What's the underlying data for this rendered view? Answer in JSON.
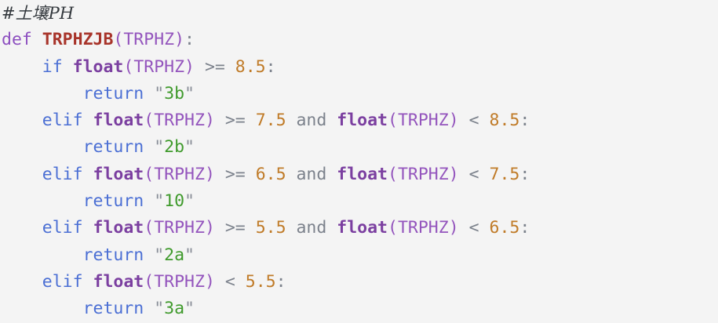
{
  "editor": {
    "background_color": "#f4f4f4",
    "language": "python"
  },
  "theme_colors": {
    "comment": "#33383d",
    "keyword": "#4b6fd4",
    "keyword_def": "#8d4fc0",
    "function_name": "#a8342a",
    "builtin": "#7b3fa0",
    "paren": "#9455bd",
    "number": "#c07b28",
    "operator": "#7c828c",
    "string_quote": "#8a8f99",
    "string_body": "#3f9a2c"
  },
  "code": {
    "title": "#土壤PH",
    "function_name": "TRPHZJB",
    "parameter": "TRPHZ",
    "lines": [
      {
        "indent": 0,
        "tokens": [
          {
            "cls": "t-comment",
            "text": "#土壤PH"
          }
        ]
      },
      {
        "indent": 0,
        "tokens": [
          {
            "cls": "t-kw-def",
            "text": "def"
          },
          {
            "cls": "t-plain",
            "text": " "
          },
          {
            "cls": "t-fnname",
            "text": "TRPHZJB"
          },
          {
            "cls": "t-paren",
            "text": "("
          },
          {
            "cls": "t-arg",
            "text": "TRPHZ"
          },
          {
            "cls": "t-paren",
            "text": ")"
          },
          {
            "cls": "t-colon",
            "text": ":"
          }
        ]
      },
      {
        "indent": 4,
        "tokens": [
          {
            "cls": "t-kw",
            "text": "if"
          },
          {
            "cls": "t-plain",
            "text": " "
          },
          {
            "cls": "t-builtin",
            "text": "float"
          },
          {
            "cls": "t-paren",
            "text": "("
          },
          {
            "cls": "t-arg",
            "text": "TRPHZ"
          },
          {
            "cls": "t-paren",
            "text": ")"
          },
          {
            "cls": "t-plain",
            "text": " "
          },
          {
            "cls": "t-op",
            "text": ">="
          },
          {
            "cls": "t-plain",
            "text": " "
          },
          {
            "cls": "t-num",
            "text": "8.5"
          },
          {
            "cls": "t-colon",
            "text": ":"
          }
        ]
      },
      {
        "indent": 8,
        "tokens": [
          {
            "cls": "t-kw",
            "text": "return"
          },
          {
            "cls": "t-plain",
            "text": " "
          },
          {
            "cls": "t-quote",
            "text": "\""
          },
          {
            "cls": "t-str",
            "text": "3b"
          },
          {
            "cls": "t-quote",
            "text": "\""
          }
        ]
      },
      {
        "indent": 4,
        "tokens": [
          {
            "cls": "t-kw",
            "text": "elif"
          },
          {
            "cls": "t-plain",
            "text": " "
          },
          {
            "cls": "t-builtin",
            "text": "float"
          },
          {
            "cls": "t-paren",
            "text": "("
          },
          {
            "cls": "t-arg",
            "text": "TRPHZ"
          },
          {
            "cls": "t-paren",
            "text": ")"
          },
          {
            "cls": "t-plain",
            "text": " "
          },
          {
            "cls": "t-op",
            "text": ">="
          },
          {
            "cls": "t-plain",
            "text": " "
          },
          {
            "cls": "t-num",
            "text": "7.5"
          },
          {
            "cls": "t-plain",
            "text": " "
          },
          {
            "cls": "t-op",
            "text": "and"
          },
          {
            "cls": "t-plain",
            "text": " "
          },
          {
            "cls": "t-builtin",
            "text": "float"
          },
          {
            "cls": "t-paren",
            "text": "("
          },
          {
            "cls": "t-arg",
            "text": "TRPHZ"
          },
          {
            "cls": "t-paren",
            "text": ")"
          },
          {
            "cls": "t-plain",
            "text": " "
          },
          {
            "cls": "t-op",
            "text": "<"
          },
          {
            "cls": "t-plain",
            "text": " "
          },
          {
            "cls": "t-num",
            "text": "8.5"
          },
          {
            "cls": "t-colon",
            "text": ":"
          }
        ]
      },
      {
        "indent": 8,
        "tokens": [
          {
            "cls": "t-kw",
            "text": "return"
          },
          {
            "cls": "t-plain",
            "text": " "
          },
          {
            "cls": "t-quote",
            "text": "\""
          },
          {
            "cls": "t-str",
            "text": "2b"
          },
          {
            "cls": "t-quote",
            "text": "\""
          }
        ]
      },
      {
        "indent": 4,
        "tokens": [
          {
            "cls": "t-kw",
            "text": "elif"
          },
          {
            "cls": "t-plain",
            "text": " "
          },
          {
            "cls": "t-builtin",
            "text": "float"
          },
          {
            "cls": "t-paren",
            "text": "("
          },
          {
            "cls": "t-arg",
            "text": "TRPHZ"
          },
          {
            "cls": "t-paren",
            "text": ")"
          },
          {
            "cls": "t-plain",
            "text": " "
          },
          {
            "cls": "t-op",
            "text": ">="
          },
          {
            "cls": "t-plain",
            "text": " "
          },
          {
            "cls": "t-num",
            "text": "6.5"
          },
          {
            "cls": "t-plain",
            "text": " "
          },
          {
            "cls": "t-op",
            "text": "and"
          },
          {
            "cls": "t-plain",
            "text": " "
          },
          {
            "cls": "t-builtin",
            "text": "float"
          },
          {
            "cls": "t-paren",
            "text": "("
          },
          {
            "cls": "t-arg",
            "text": "TRPHZ"
          },
          {
            "cls": "t-paren",
            "text": ")"
          },
          {
            "cls": "t-plain",
            "text": " "
          },
          {
            "cls": "t-op",
            "text": "<"
          },
          {
            "cls": "t-plain",
            "text": " "
          },
          {
            "cls": "t-num",
            "text": "7.5"
          },
          {
            "cls": "t-colon",
            "text": ":"
          }
        ]
      },
      {
        "indent": 8,
        "tokens": [
          {
            "cls": "t-kw",
            "text": "return"
          },
          {
            "cls": "t-plain",
            "text": " "
          },
          {
            "cls": "t-quote",
            "text": "\""
          },
          {
            "cls": "t-str",
            "text": "10"
          },
          {
            "cls": "t-quote",
            "text": "\""
          }
        ]
      },
      {
        "indent": 4,
        "tokens": [
          {
            "cls": "t-kw",
            "text": "elif"
          },
          {
            "cls": "t-plain",
            "text": " "
          },
          {
            "cls": "t-builtin",
            "text": "float"
          },
          {
            "cls": "t-paren",
            "text": "("
          },
          {
            "cls": "t-arg",
            "text": "TRPHZ"
          },
          {
            "cls": "t-paren",
            "text": ")"
          },
          {
            "cls": "t-plain",
            "text": " "
          },
          {
            "cls": "t-op",
            "text": ">="
          },
          {
            "cls": "t-plain",
            "text": " "
          },
          {
            "cls": "t-num",
            "text": "5.5"
          },
          {
            "cls": "t-plain",
            "text": " "
          },
          {
            "cls": "t-op",
            "text": "and"
          },
          {
            "cls": "t-plain",
            "text": " "
          },
          {
            "cls": "t-builtin",
            "text": "float"
          },
          {
            "cls": "t-paren",
            "text": "("
          },
          {
            "cls": "t-arg",
            "text": "TRPHZ"
          },
          {
            "cls": "t-paren",
            "text": ")"
          },
          {
            "cls": "t-plain",
            "text": " "
          },
          {
            "cls": "t-op",
            "text": "<"
          },
          {
            "cls": "t-plain",
            "text": " "
          },
          {
            "cls": "t-num",
            "text": "6.5"
          },
          {
            "cls": "t-colon",
            "text": ":"
          }
        ]
      },
      {
        "indent": 8,
        "tokens": [
          {
            "cls": "t-kw",
            "text": "return"
          },
          {
            "cls": "t-plain",
            "text": " "
          },
          {
            "cls": "t-quote",
            "text": "\""
          },
          {
            "cls": "t-str",
            "text": "2a"
          },
          {
            "cls": "t-quote",
            "text": "\""
          }
        ]
      },
      {
        "indent": 4,
        "tokens": [
          {
            "cls": "t-kw",
            "text": "elif"
          },
          {
            "cls": "t-plain",
            "text": " "
          },
          {
            "cls": "t-builtin",
            "text": "float"
          },
          {
            "cls": "t-paren",
            "text": "("
          },
          {
            "cls": "t-arg",
            "text": "TRPHZ"
          },
          {
            "cls": "t-paren",
            "text": ")"
          },
          {
            "cls": "t-plain",
            "text": " "
          },
          {
            "cls": "t-op",
            "text": "<"
          },
          {
            "cls": "t-plain",
            "text": " "
          },
          {
            "cls": "t-num",
            "text": "5.5"
          },
          {
            "cls": "t-colon",
            "text": ":"
          }
        ]
      },
      {
        "indent": 8,
        "tokens": [
          {
            "cls": "t-kw",
            "text": "return"
          },
          {
            "cls": "t-plain",
            "text": " "
          },
          {
            "cls": "t-quote",
            "text": "\""
          },
          {
            "cls": "t-str",
            "text": "3a"
          },
          {
            "cls": "t-quote",
            "text": "\""
          }
        ]
      }
    ]
  }
}
